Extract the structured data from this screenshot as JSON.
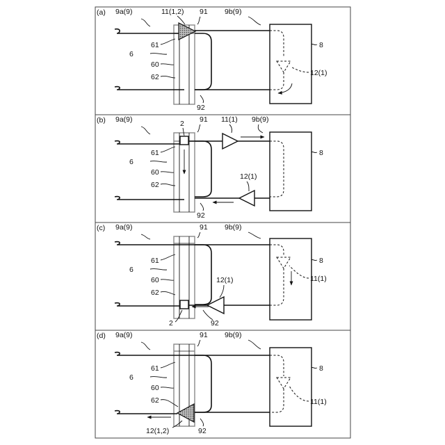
{
  "panels": [
    {
      "letter": "(a)",
      "refs": {
        "seg_a": "9a(9)",
        "seg_b": "9b(9)",
        "side_top": "91",
        "side_bottom": "92",
        "r61": "61",
        "r6": "6",
        "r60": "60",
        "r62": "62",
        "unit": "8"
      },
      "unit_label": "11(1,2)",
      "inner_label": "12(1)"
    },
    {
      "letter": "(b)",
      "refs": {
        "seg_a": "9a(9)",
        "seg_b": "9b(9)",
        "side_top": "91",
        "side_bottom": "92",
        "r61": "61",
        "r6": "6",
        "r60": "60",
        "r62": "62",
        "unit": "8"
      },
      "node_label": "2",
      "amp_top_label": "11(1)",
      "amp_bottom_label": "12(1)"
    },
    {
      "letter": "(c)",
      "refs": {
        "seg_a": "9a(9)",
        "seg_b": "9b(9)",
        "side_top": "91",
        "side_bottom": "92",
        "r61": "61",
        "r6": "6",
        "r60": "60",
        "r62": "62",
        "unit": "8"
      },
      "node_label": "2",
      "amp_bottom_label": "12(1)",
      "inner_label": "11(1)"
    },
    {
      "letter": "(d)",
      "refs": {
        "seg_a": "9a(9)",
        "seg_b": "9b(9)",
        "side_top": "91",
        "side_bottom": "92",
        "r61": "61",
        "r6": "6",
        "r60": "60",
        "r62": "62",
        "unit": "8"
      },
      "unit_label": "12(1,2)",
      "inner_label": "11(1)"
    }
  ],
  "colors": {
    "line": "#111111",
    "frame": "#444444",
    "gray_frame": "#888888"
  }
}
